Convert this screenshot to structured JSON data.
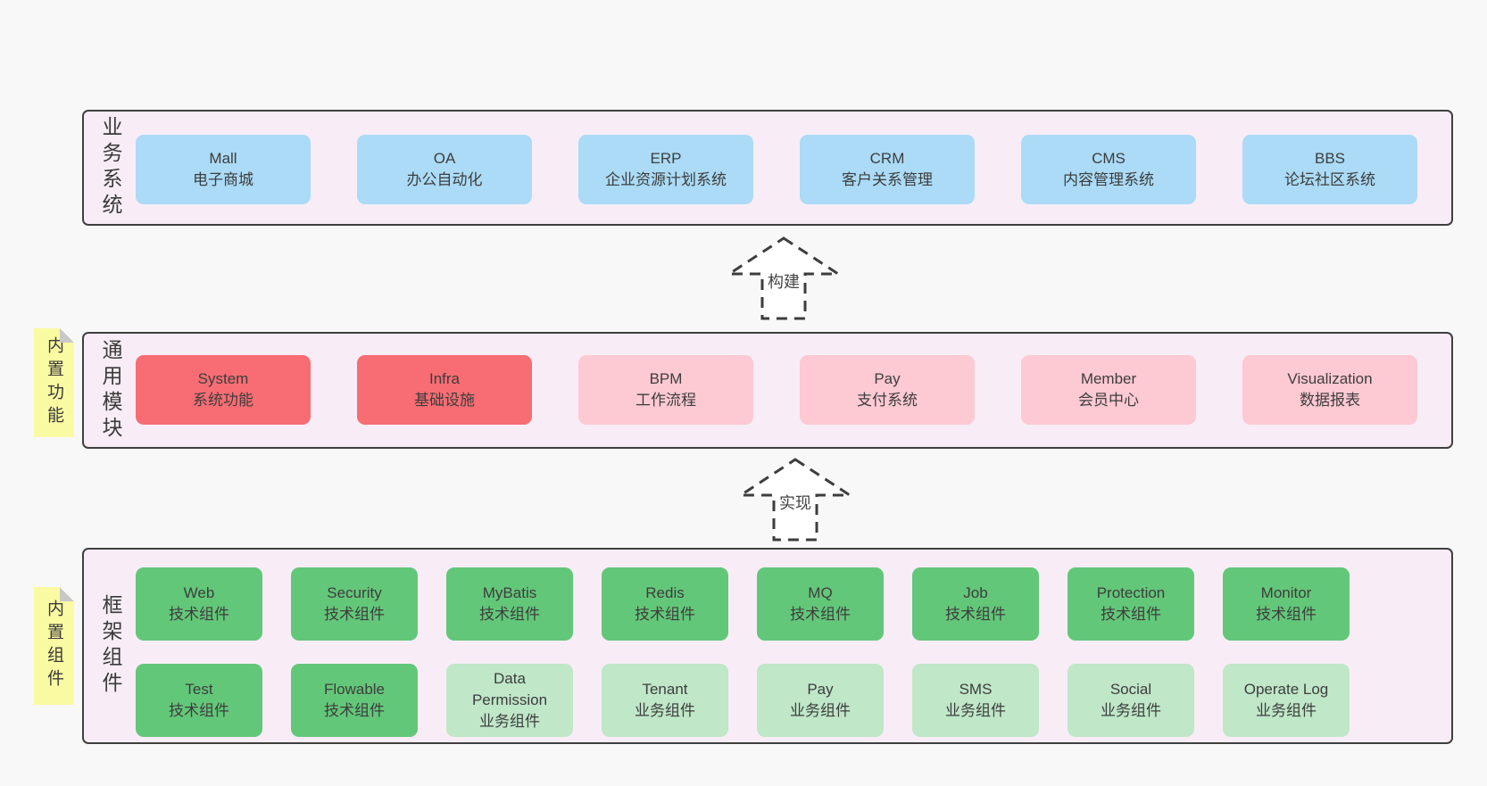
{
  "colors": {
    "page_bg": "#f8f8f8",
    "panel_bg": "#f8edf6",
    "panel_border": "#3f3f3f",
    "text": "#3d3d3d",
    "blue": "#abdbf6",
    "red": "#f76d73",
    "pink": "#fdc9d3",
    "green": "#63c779",
    "light_green": "#bfe7c8",
    "sticky_yellow": "#fafaa3",
    "sticky_fold": "#c8c8c8"
  },
  "arrows": [
    {
      "label": "构建"
    },
    {
      "label": "实现"
    }
  ],
  "sections": {
    "business": {
      "label": "业务系统",
      "boxes": [
        {
          "en": "Mall",
          "zh": "电子商城",
          "variant": "blue"
        },
        {
          "en": "OA",
          "zh": "办公自动化",
          "variant": "blue"
        },
        {
          "en": "ERP",
          "zh": "企业资源计划系统",
          "variant": "blue"
        },
        {
          "en": "CRM",
          "zh": "客户关系管理",
          "variant": "blue"
        },
        {
          "en": "CMS",
          "zh": "内容管理系统",
          "variant": "blue"
        },
        {
          "en": "BBS",
          "zh": "论坛社区系统",
          "variant": "blue"
        }
      ]
    },
    "modules": {
      "label": "通用模块",
      "sticky": "内置功能",
      "boxes": [
        {
          "en": "System",
          "zh": "系统功能",
          "variant": "red"
        },
        {
          "en": "Infra",
          "zh": "基础设施",
          "variant": "red"
        },
        {
          "en": "BPM",
          "zh": "工作流程",
          "variant": "pink"
        },
        {
          "en": "Pay",
          "zh": "支付系统",
          "variant": "pink"
        },
        {
          "en": "Member",
          "zh": "会员中心",
          "variant": "pink"
        },
        {
          "en": "Visualization",
          "zh": "数据报表",
          "variant": "pink"
        }
      ]
    },
    "components": {
      "label": "框架组件",
      "sticky": "内置组件",
      "row1": [
        {
          "en": "Web",
          "zh": "技术组件",
          "variant": "green"
        },
        {
          "en": "Security",
          "zh": "技术组件",
          "variant": "green"
        },
        {
          "en": "MyBatis",
          "zh": "技术组件",
          "variant": "green"
        },
        {
          "en": "Redis",
          "zh": "技术组件",
          "variant": "green"
        },
        {
          "en": "MQ",
          "zh": "技术组件",
          "variant": "green"
        },
        {
          "en": "Job",
          "zh": "技术组件",
          "variant": "green"
        },
        {
          "en": "Protection",
          "zh": "技术组件",
          "variant": "green"
        },
        {
          "en": "Monitor",
          "zh": "技术组件",
          "variant": "green"
        }
      ],
      "row2": [
        {
          "en": "Test",
          "zh": "技术组件",
          "variant": "green"
        },
        {
          "en": "Flowable",
          "zh": "技术组件",
          "variant": "green"
        },
        {
          "en": "Data Permission",
          "zh": "业务组件",
          "variant": "light-green"
        },
        {
          "en": "Tenant",
          "zh": "业务组件",
          "variant": "light-green"
        },
        {
          "en": "Pay",
          "zh": "业务组件",
          "variant": "light-green"
        },
        {
          "en": "SMS",
          "zh": "业务组件",
          "variant": "light-green"
        },
        {
          "en": "Social",
          "zh": "业务组件",
          "variant": "light-green"
        },
        {
          "en": "Operate Log",
          "zh": "业务组件",
          "variant": "light-green"
        }
      ]
    }
  }
}
